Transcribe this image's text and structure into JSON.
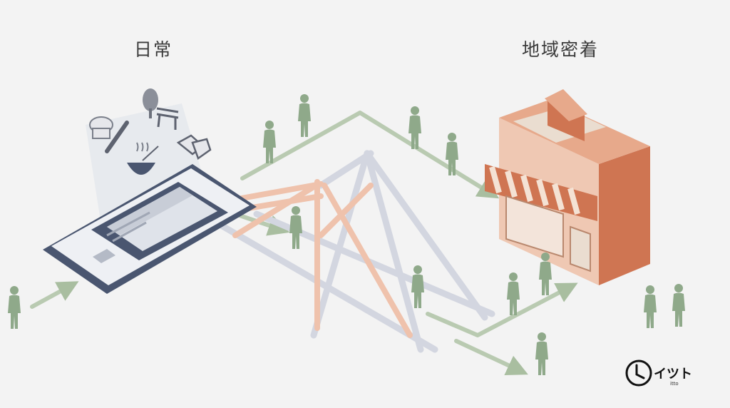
{
  "labels": {
    "daily": "日常",
    "community": "地域密着"
  },
  "logo": {
    "wordmark": "イツト",
    "subtext": "itto"
  },
  "icons": [
    "tree-icon",
    "bench-icon",
    "chef-hat-icon",
    "knife-icon",
    "handshake-icon",
    "ramen-bowl-icon"
  ],
  "colors": {
    "background": "#f3f3f3",
    "path_green": "#a9bea0",
    "person_green": "#8fa98a",
    "store_orange": "#cf7552",
    "bridge_orange": "#e8a888",
    "bridge_gray": "#c9ccd8",
    "phone_frame": "#4a5670"
  }
}
